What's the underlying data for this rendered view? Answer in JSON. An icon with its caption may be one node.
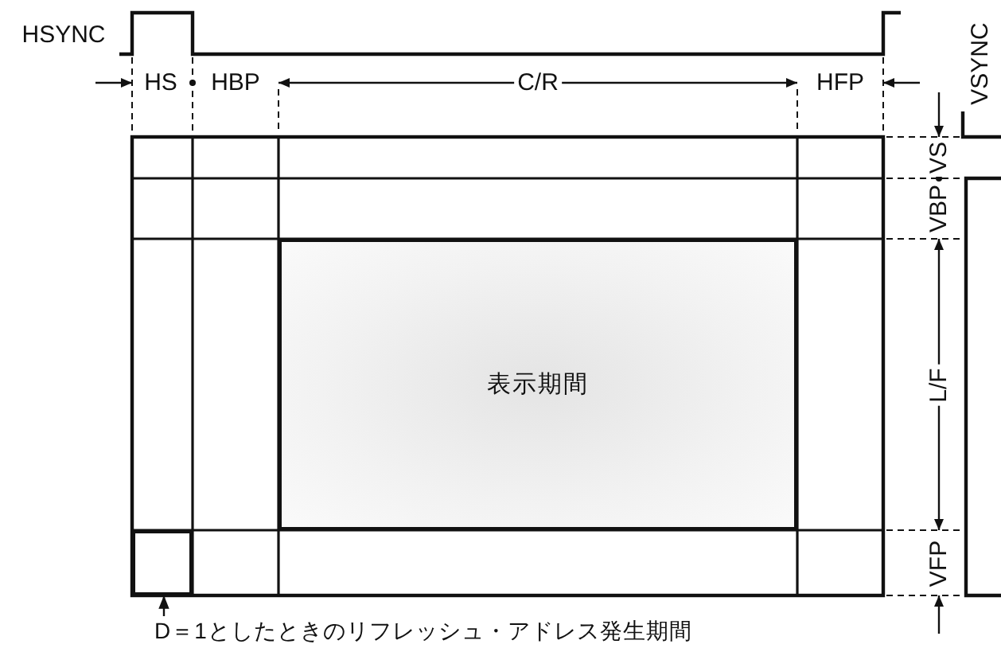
{
  "diagram": {
    "nodes": [
      {
        "text": [
          "表示期間"
        ]
      },
      {
        "text": [
          "D＝1としたときのリフレッシュ・アドレス発生期間"
        ]
      },
      {
        "text": [],
        "shape": "box"
      }
    ],
    "edges": [
      {
        "from": 1,
        "to": 2,
        "arrow": "to"
      }
    ],
    "labels": [
      "HSYNC",
      "HS",
      "HBP",
      "C/R",
      "HFP",
      "VSYNC",
      "VS",
      "VBP",
      "L/F",
      "VFP"
    ]
  }
}
